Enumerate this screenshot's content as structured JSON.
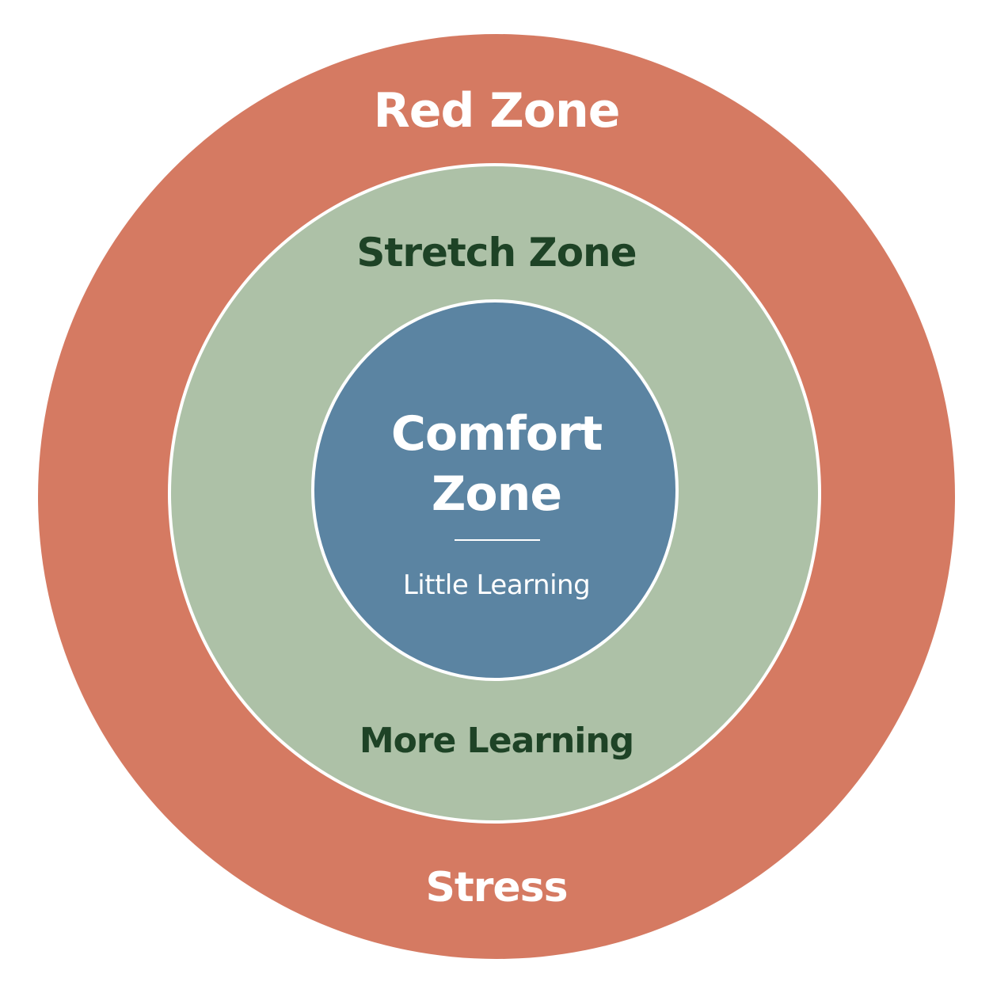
{
  "colors": {
    "background": "#ffffff",
    "red_zone": "#d57a62",
    "stretch_zone": "#adc1a7",
    "comfort_zone": "#5b84a2",
    "light_text": "#ffffff",
    "dark_text": "#1e4326"
  },
  "red_zone": {
    "title": "Red Zone",
    "subtitle": "Stress"
  },
  "stretch_zone": {
    "title": "Stretch Zone",
    "subtitle": "More Learning"
  },
  "comfort_zone": {
    "title": "Comfort\nZone",
    "subtitle": "Little Learning"
  }
}
